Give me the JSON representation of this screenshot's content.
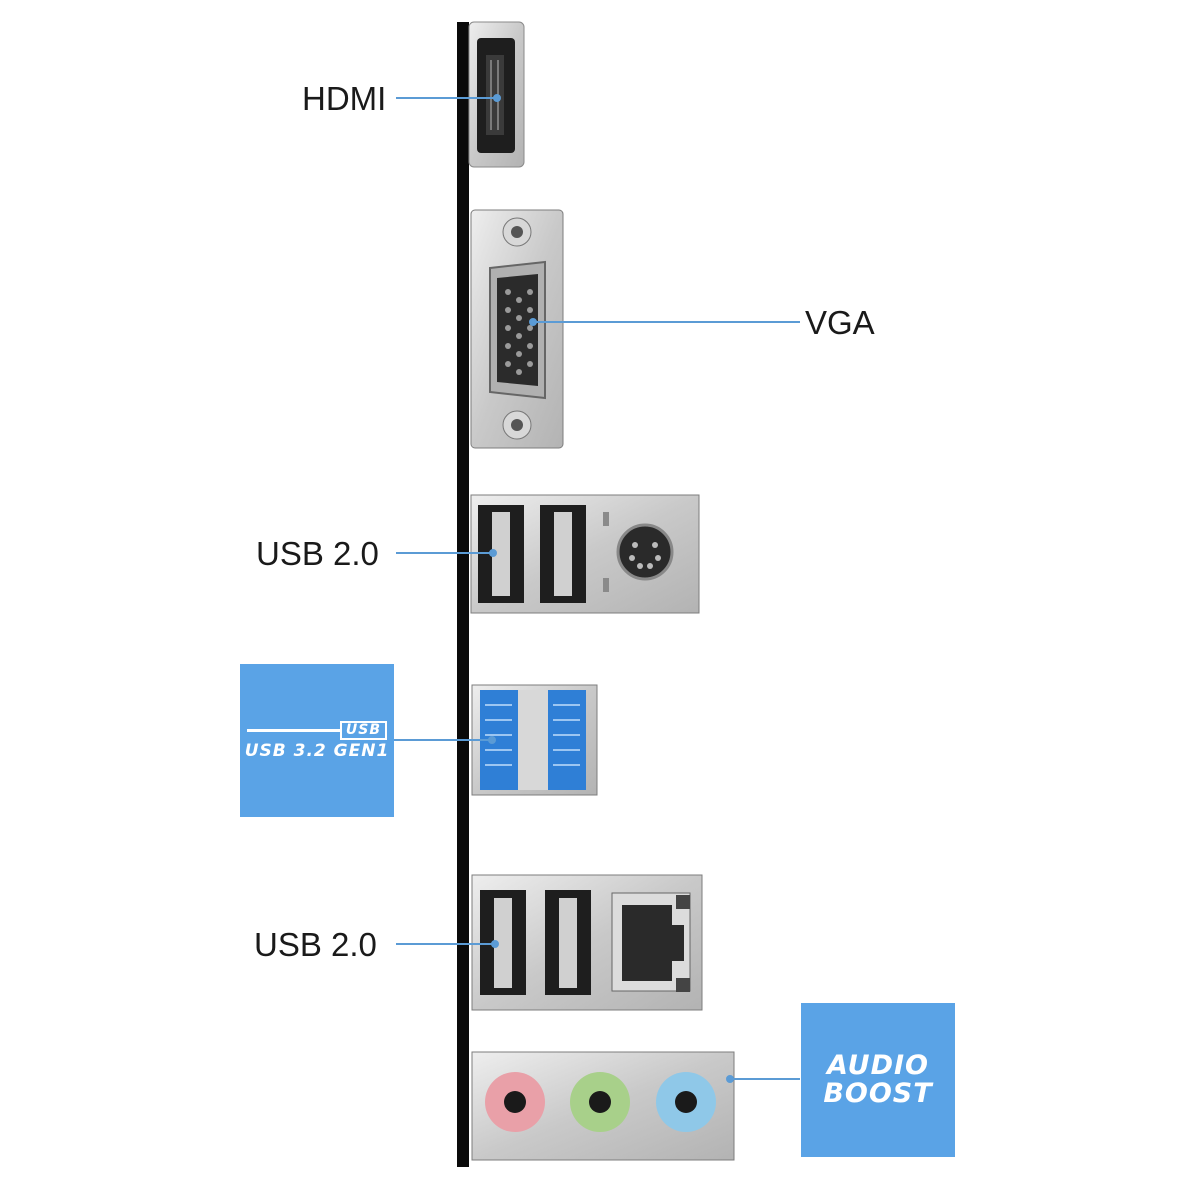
{
  "labels": {
    "hdmi": "HDMI",
    "vga": "VGA",
    "usb20_top": "USB 2.0",
    "usb20_bottom": "USB 2.0"
  },
  "badges": {
    "usb_logo": "USB",
    "usb_gen": "USB 3.2 GEN1",
    "audio_line1": "AUDIO",
    "audio_line2": "BOOST"
  },
  "colors": {
    "leader_line": "#5b9bd5",
    "badge_bg": "#5aa3e6",
    "usb3_blue": "#2f7fd6",
    "audio_pink": "#e9a0a8",
    "audio_green": "#a8d08a",
    "audio_blue": "#8fc8e8"
  }
}
